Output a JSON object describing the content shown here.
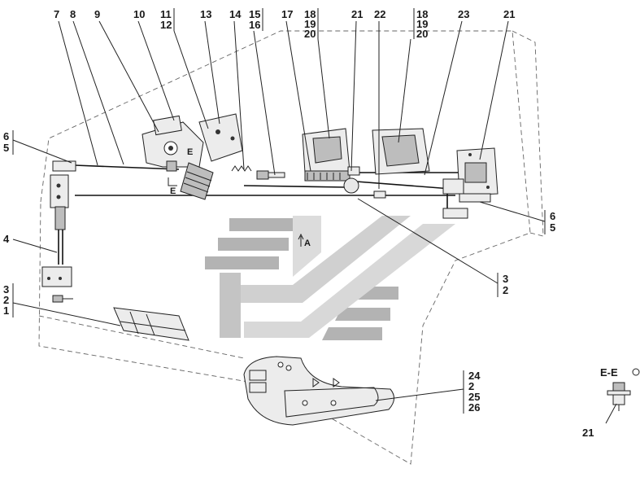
{
  "callouts_top": [
    {
      "id": "c7",
      "text": "7"
    },
    {
      "id": "c8",
      "text": "8"
    },
    {
      "id": "c9",
      "text": "9"
    },
    {
      "id": "c10",
      "text": "10"
    },
    {
      "id": "c11",
      "text": "11"
    },
    {
      "id": "c12",
      "text": "12"
    },
    {
      "id": "c13",
      "text": "13"
    },
    {
      "id": "c14",
      "text": "14"
    },
    {
      "id": "c15",
      "text": "15"
    },
    {
      "id": "c16",
      "text": "16"
    },
    {
      "id": "c17",
      "text": "17"
    },
    {
      "id": "c18a",
      "text": "18"
    },
    {
      "id": "c19a",
      "text": "19"
    },
    {
      "id": "c20a",
      "text": "20"
    },
    {
      "id": "c21a",
      "text": "21"
    },
    {
      "id": "c22",
      "text": "22"
    },
    {
      "id": "c18b",
      "text": "18"
    },
    {
      "id": "c19b",
      "text": "19"
    },
    {
      "id": "c20b",
      "text": "20"
    },
    {
      "id": "c23",
      "text": "23"
    },
    {
      "id": "c21b",
      "text": "21"
    }
  ],
  "callouts_left": {
    "top_pair": [
      "6",
      "5"
    ],
    "mid": "4",
    "bottom_triple": [
      "3",
      "2",
      "1"
    ]
  },
  "callouts_right": {
    "upper_pair": [
      "6",
      "5"
    ],
    "center_pair": [
      "3",
      "2"
    ],
    "bottom_group": [
      "24",
      "2",
      "25",
      "26"
    ]
  },
  "section_marks": {
    "e_upper": "E",
    "e_lower": "E",
    "view_a": "A"
  },
  "detail_view": {
    "title": "E-E",
    "part_label": "21"
  }
}
